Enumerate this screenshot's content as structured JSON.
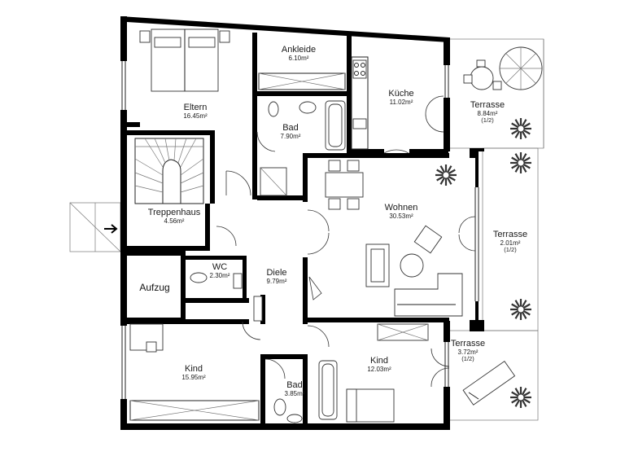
{
  "rooms": {
    "ankleide": {
      "name": "Ankleide",
      "area": "6.10m²"
    },
    "eltern": {
      "name": "Eltern",
      "area": "16.45m²"
    },
    "kueche": {
      "name": "Küche",
      "area": "11.02m²"
    },
    "terrasse1": {
      "name": "Terrasse",
      "area": "8.84m²",
      "share": "(1/2)"
    },
    "bad1": {
      "name": "Bad",
      "area": "7.90m²"
    },
    "wohnen": {
      "name": "Wohnen",
      "area": "30.53m²"
    },
    "treppenhaus": {
      "name": "Treppenhaus",
      "area": "4.56m²"
    },
    "terrasse2": {
      "name": "Terrasse",
      "area": "2.01m²",
      "share": "(1/2)"
    },
    "wc": {
      "name": "WC",
      "area": "2.30m²"
    },
    "diele": {
      "name": "Diele",
      "area": "9.79m²"
    },
    "aufzug": {
      "name": "Aufzug"
    },
    "kind1": {
      "name": "Kind",
      "area": "12.03m²"
    },
    "terrasse3": {
      "name": "Terrasse",
      "area": "3.72m²",
      "share": "(1/2)"
    },
    "kind2": {
      "name": "Kind",
      "area": "15.95m²"
    },
    "bad2": {
      "name": "Bad",
      "area": "3.85m²"
    }
  },
  "colors": {
    "wall": "#000000",
    "line": "#222222",
    "plant": "#333333"
  }
}
